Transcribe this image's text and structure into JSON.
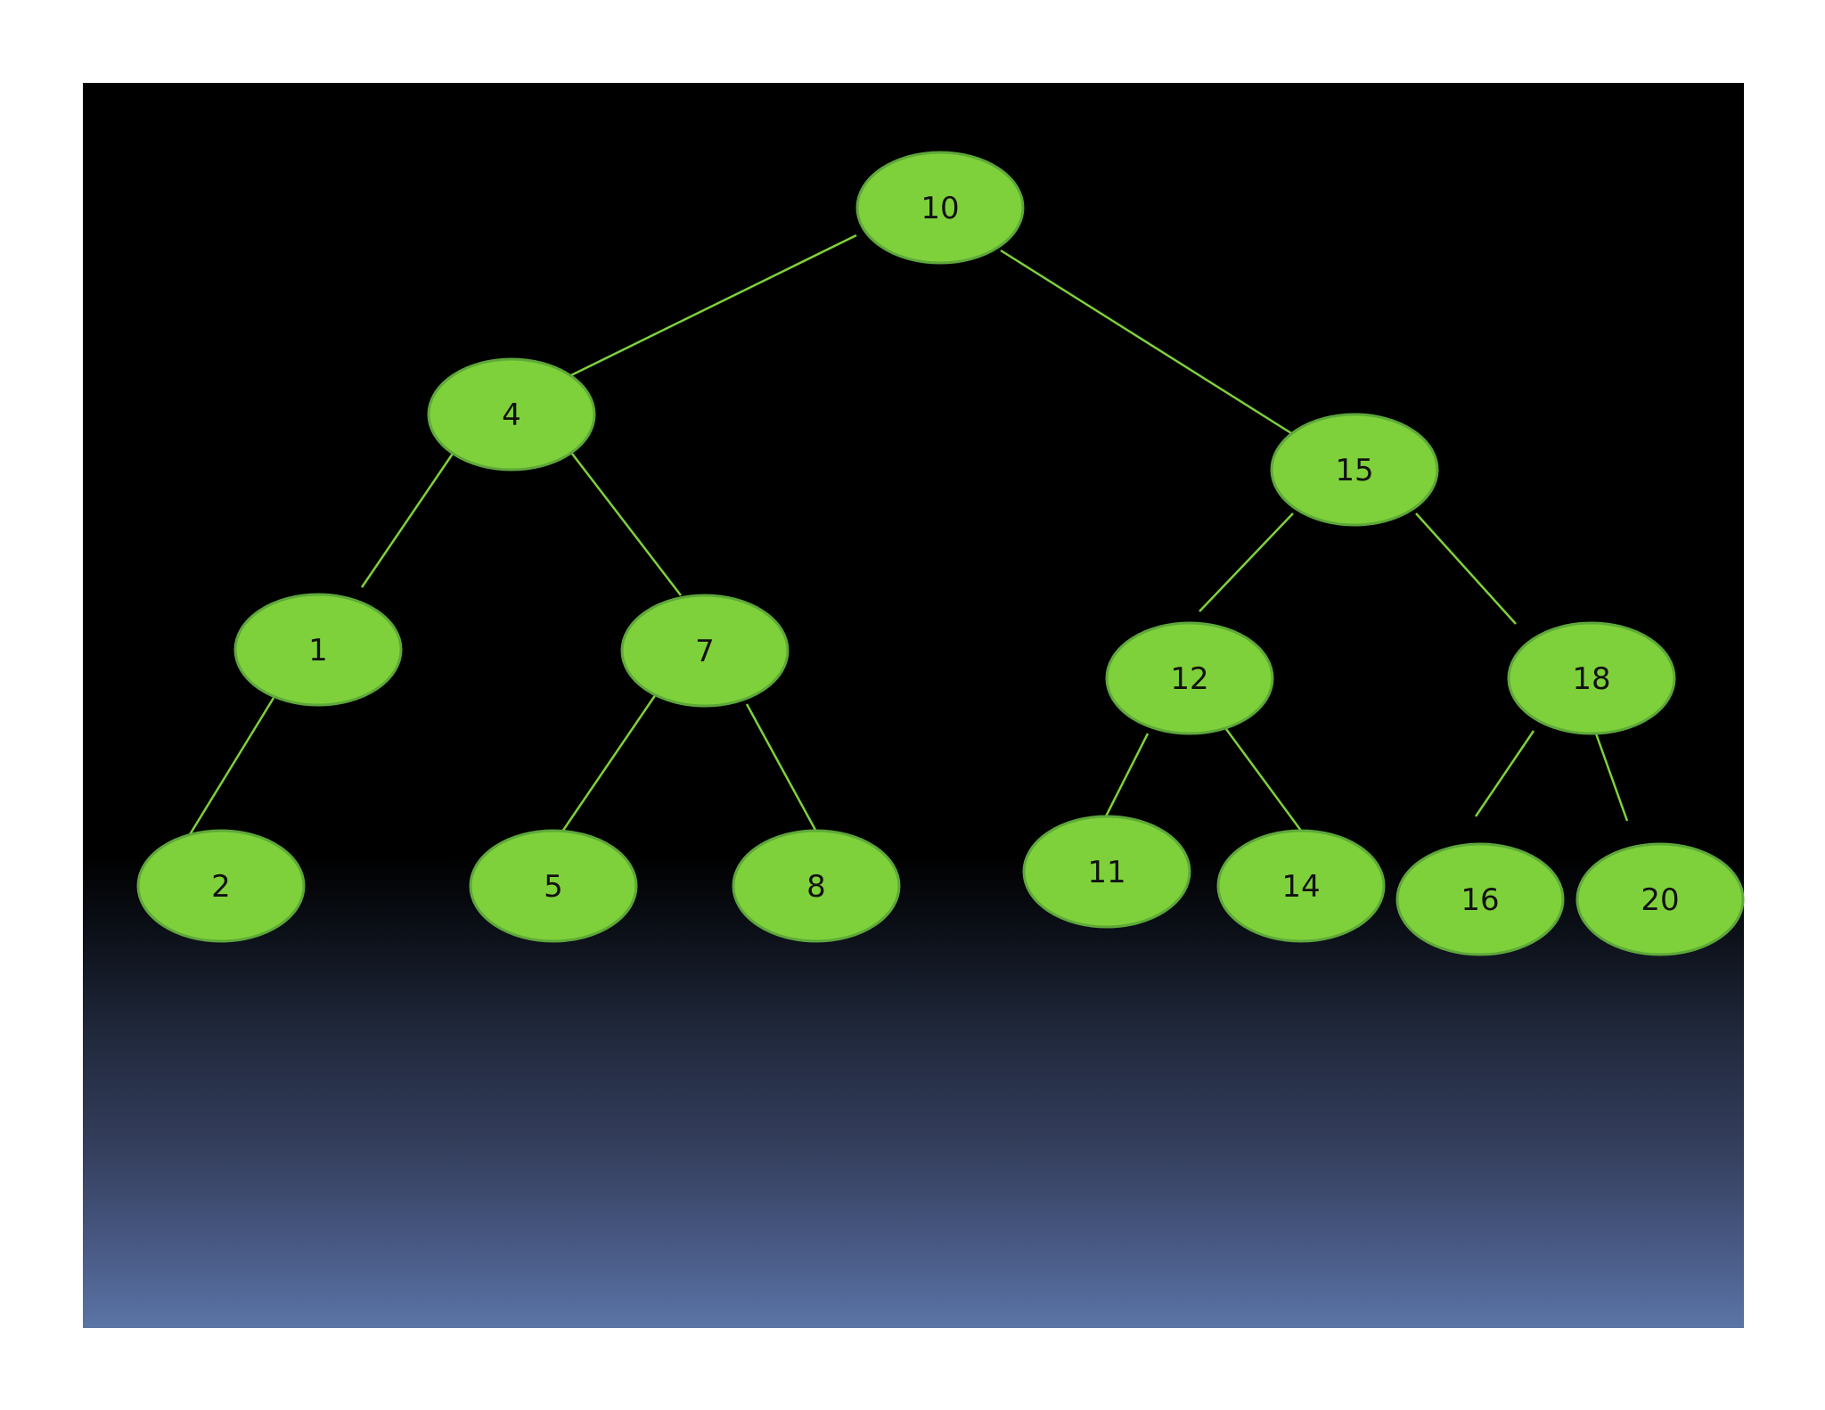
{
  "diagram": {
    "type": "binary-tree",
    "colors": {
      "node_fill": "#7fd13b",
      "node_stroke": "#5ea83a",
      "edge": "#7fd13b",
      "label": "#111111",
      "background_top": "#000000",
      "background_bottom": "#5a75a6"
    },
    "nodes": [
      {
        "id": "n10",
        "label": "10"
      },
      {
        "id": "n4",
        "label": "4"
      },
      {
        "id": "n15",
        "label": "15"
      },
      {
        "id": "n1",
        "label": "1"
      },
      {
        "id": "n7",
        "label": "7"
      },
      {
        "id": "n12",
        "label": "12"
      },
      {
        "id": "n18",
        "label": "18"
      },
      {
        "id": "n2",
        "label": "2"
      },
      {
        "id": "n5",
        "label": "5"
      },
      {
        "id": "n8",
        "label": "8"
      },
      {
        "id": "n11",
        "label": "11"
      },
      {
        "id": "n14",
        "label": "14"
      },
      {
        "id": "n16",
        "label": "16"
      },
      {
        "id": "n20",
        "label": "20"
      }
    ],
    "edges": [
      {
        "from": "n10",
        "to": "n4"
      },
      {
        "from": "n10",
        "to": "n15"
      },
      {
        "from": "n4",
        "to": "n1"
      },
      {
        "from": "n4",
        "to": "n7"
      },
      {
        "from": "n15",
        "to": "n12"
      },
      {
        "from": "n15",
        "to": "n18"
      },
      {
        "from": "n1",
        "to": "n2"
      },
      {
        "from": "n7",
        "to": "n5"
      },
      {
        "from": "n7",
        "to": "n8"
      },
      {
        "from": "n12",
        "to": "n11"
      },
      {
        "from": "n12",
        "to": "n14"
      },
      {
        "from": "n18",
        "to": "n16"
      },
      {
        "from": "n18",
        "to": "n20"
      }
    ]
  }
}
